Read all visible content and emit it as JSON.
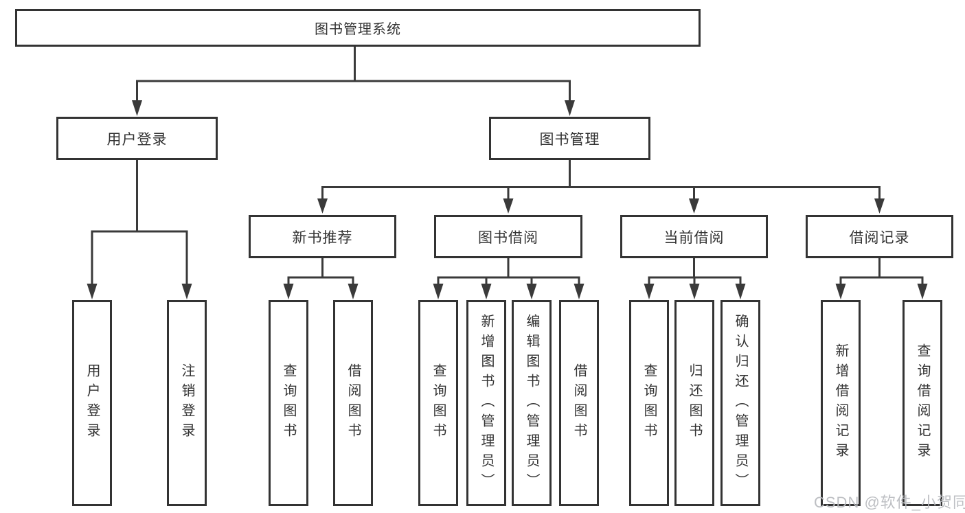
{
  "diagram": {
    "root_label": "图书管理系统",
    "branches": [
      {
        "label": "用户登录",
        "children": [
          "用户登录",
          "注销登录"
        ]
      },
      {
        "label": "图书管理",
        "groups": [
          {
            "label": "新书推荐",
            "children": [
              "查询图书",
              "借阅图书"
            ]
          },
          {
            "label": "图书借阅",
            "children": [
              "查询图书",
              "新增图书（管理员）",
              "编辑图书（管理员）",
              "借阅图书"
            ]
          },
          {
            "label": "当前借阅",
            "children": [
              "查询图书",
              "归还图书",
              "确认归还（管理员）"
            ]
          },
          {
            "label": "借阅记录",
            "children": [
              "新增借阅记录",
              "查询借阅记录"
            ]
          }
        ]
      }
    ]
  },
  "watermark": "CSDN @软件_小贺同学",
  "colors": {
    "background": "#ffffff",
    "box_border": "#333333",
    "line": "#3a3a3a",
    "text": "#333333",
    "watermark": "#b9bcc0"
  }
}
